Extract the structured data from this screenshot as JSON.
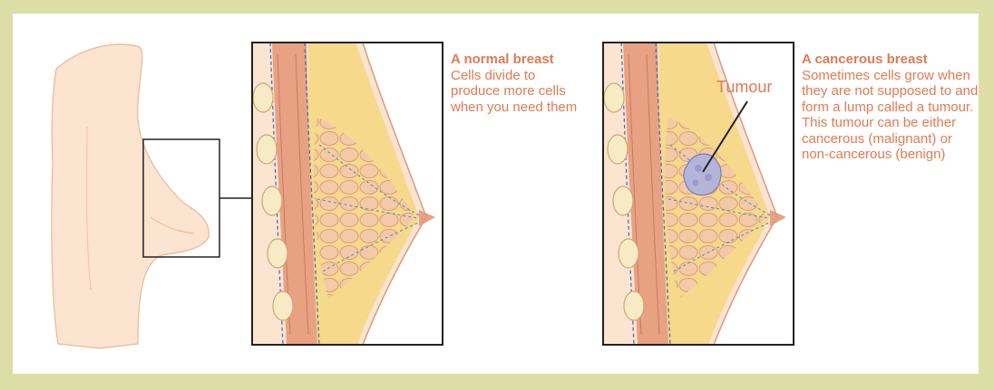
{
  "colors": {
    "border": "#dcdea6",
    "text_accent": "#e07a55",
    "skin": "#fbe4d0",
    "muscle": "#e8a183",
    "fat": "#f6d98a",
    "duct_blue": "#6f8cc7",
    "tumour": "#b4b4d8"
  },
  "normal": {
    "title": "A normal breast",
    "body": "Cells divide to produce more cells when you need them"
  },
  "cancer": {
    "title": "A cancerous breast",
    "body": "Sometimes cells grow when they are not supposed to and form a lump called a tumour. This tumour can be either cancerous (malignant) or non-cancerous (benign)",
    "tumour_label": "Tumour"
  }
}
